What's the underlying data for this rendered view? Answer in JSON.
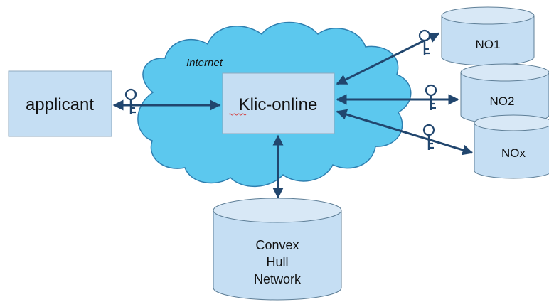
{
  "cloud": {
    "label": "Internet"
  },
  "nodes": {
    "applicant": "applicant",
    "klic": "Klic-online",
    "no1": "NO1",
    "no2": "NO2",
    "nox": "NOx",
    "network_lines": [
      "Convex",
      "Hull",
      "Network"
    ]
  },
  "icons": [
    "key-icon"
  ],
  "colors": {
    "box_fill": "#c5def3",
    "box_stroke": "#8fa9bf",
    "cloud_fill": "#5cc8ee",
    "cloud_stroke": "#2e7fb0",
    "arrow": "#21466e",
    "db_fill": "#c5def3",
    "db_stroke": "#5f7f97"
  }
}
